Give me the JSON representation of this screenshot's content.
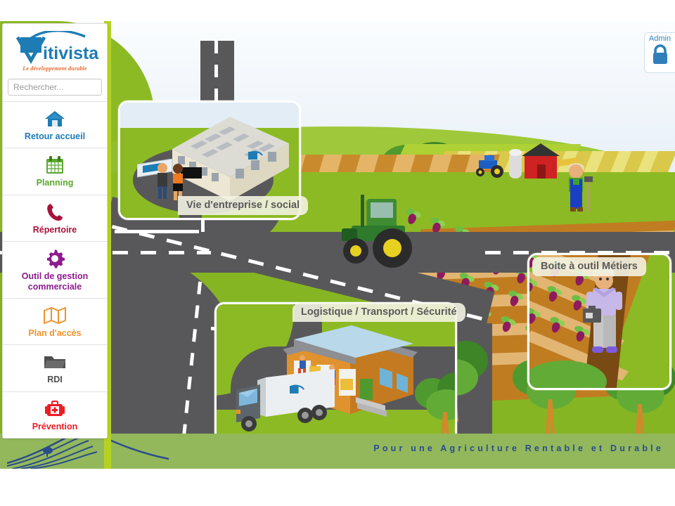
{
  "brand": {
    "name": "itivista",
    "logo_letter": "V",
    "tagline": "Le développement durable",
    "tagline_color": "#e8652a",
    "logo_color": "#1d7cb4"
  },
  "search": {
    "placeholder": "Rechercher...",
    "value": "",
    "icon": "search-icon",
    "button_label": ""
  },
  "sidebar": {
    "items": [
      {
        "id": "retour-accueil",
        "label": "Retour accueil",
        "icon": "home-icon",
        "color": "#1a7bb8"
      },
      {
        "id": "planning",
        "label": "Planning",
        "icon": "calendar-icon",
        "color": "#5aa82e"
      },
      {
        "id": "repertoire",
        "label": "Répertoire",
        "icon": "phone-icon",
        "color": "#a8123b"
      },
      {
        "id": "outil-gestion",
        "label": "Outil de gestion commerciale",
        "icon": "gear-icon",
        "color": "#8e1b8e"
      },
      {
        "id": "plan-acces",
        "label": "Plan d'accès",
        "icon": "map-icon",
        "color": "#f0922b"
      },
      {
        "id": "rdi",
        "label": "RDI",
        "icon": "folder-icon",
        "color": "#4d4d4d"
      },
      {
        "id": "prevention",
        "label": "Prévention",
        "icon": "first-aid-kit-icon",
        "color": "#ee1b24"
      }
    ]
  },
  "admin": {
    "label": "Admin",
    "icon": "lock-icon",
    "color": "#2f7fba"
  },
  "hotspots": [
    {
      "id": "vie-entreprise",
      "label": "Vie d'entreprise / social"
    },
    {
      "id": "logistique",
      "label": "Logistique / Transport / Sécurité"
    },
    {
      "id": "boite-outil",
      "label": "Boite à outil Métiers"
    }
  ],
  "footer": {
    "tagline": "Pour une Agriculture Rentable et Durable",
    "tagline_color": "#2b4c8c",
    "band_color": "#93b85c"
  },
  "scene": {
    "sky_top": "#fbfdfe",
    "sky_bottom": "#dbe7f2",
    "grass": "#8cba24",
    "road": "#58585a",
    "accent_bar": "#b5d223"
  }
}
